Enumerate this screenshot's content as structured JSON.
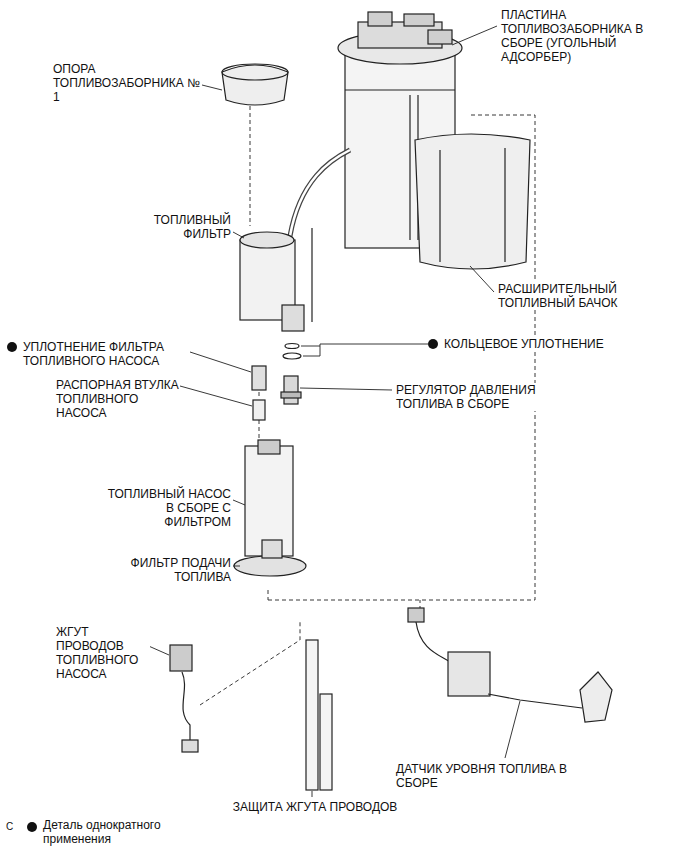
{
  "diagram": {
    "labels": [
      "ПЛАСТИНА ТОПЛИВОЗАБОРНИКА В СБОРЕ (УГОЛЬНЫЙ АДСОРБЕР)",
      "ОПОРА ТОПЛИВОЗАБОРНИКА № 1",
      "ТОПЛИВНЫЙ ФИЛЬТР",
      "РАСШИРИТЕЛЬНЫЙ ТОПЛИВНЫЙ БАЧОК",
      "УПЛОТНЕНИЕ ФИЛЬТРА ТОПЛИВНОГО НАСОСА",
      "КОЛЬЦЕВОЕ УПЛОТНЕНИЕ",
      "РАСПОРНАЯ ВТУЛКА ТОПЛИВНОГО НАСОСА",
      "РЕГУЛЯТОР ДАВЛЕНИЯ ТОПЛИВА В СБОРЕ",
      "ТОПЛИВНЫЙ НАСОС В СБОРЕ С ФИЛЬТРОМ",
      "ФИЛЬТР ПОДАЧИ ТОПЛИВА",
      "ЖГУТ ПРОВОДОВ ТОПЛИВНОГО НАСОСА",
      "ДАТЧИК УРОВНЯ ТОПЛИВА В СБОРЕ",
      "ЗАЩИТА ЖГУТА ПРОВОДОВ",
      "C"
    ],
    "legend": [
      {
        "text": "Деталь однократного применения"
      }
    ]
  }
}
